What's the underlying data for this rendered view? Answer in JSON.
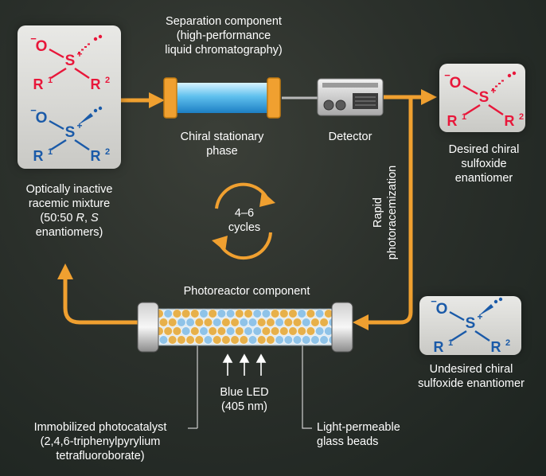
{
  "colors": {
    "accent_orange": "#f0a030",
    "molecule_red": "#e8173a",
    "molecule_blue": "#1a5aa8",
    "bead_orange": "#e7b04a",
    "bead_blue": "#8fc3e8"
  },
  "molecule_atoms": {
    "oxygen": "O",
    "oxygen_charge": "−",
    "sulfur": "S",
    "sulfur_charge": "+",
    "r1": "R",
    "r1_sup": "1",
    "r2": "R",
    "r2_sup": "2"
  },
  "labels": {
    "separation": [
      "Separation component",
      "(high-performance",
      "liquid chromatography)"
    ],
    "chiral_phase": [
      "Chiral stationary",
      "phase"
    ],
    "detector": "Detector",
    "desired": [
      "Desired chiral",
      "sulfoxide",
      "enantiomer"
    ],
    "racemic_line1": "Optically inactive",
    "racemic_line2": "racemic mixture",
    "racemic_line3_prefix": "(50:50 ",
    "racemic_r": "R",
    "racemic_comma": ", ",
    "racemic_s": "S",
    "racemic_line4": "enantiomers)",
    "cycles": [
      "4–6",
      "cycles"
    ],
    "rapid": [
      "Rapid",
      "photoracemization"
    ],
    "photoreactor": "Photoreactor component",
    "undesired": [
      "Undesired chiral",
      "sulfoxide enantiomer"
    ],
    "blue_led": [
      "Blue LED",
      "(405 nm)"
    ],
    "photocatalyst": [
      "Immobilized photocatalyst",
      "(2,4,6-triphenylpyrylium",
      "tetrafluoroborate)"
    ],
    "glass_beads": [
      "Light-permeable",
      "glass beads"
    ]
  }
}
